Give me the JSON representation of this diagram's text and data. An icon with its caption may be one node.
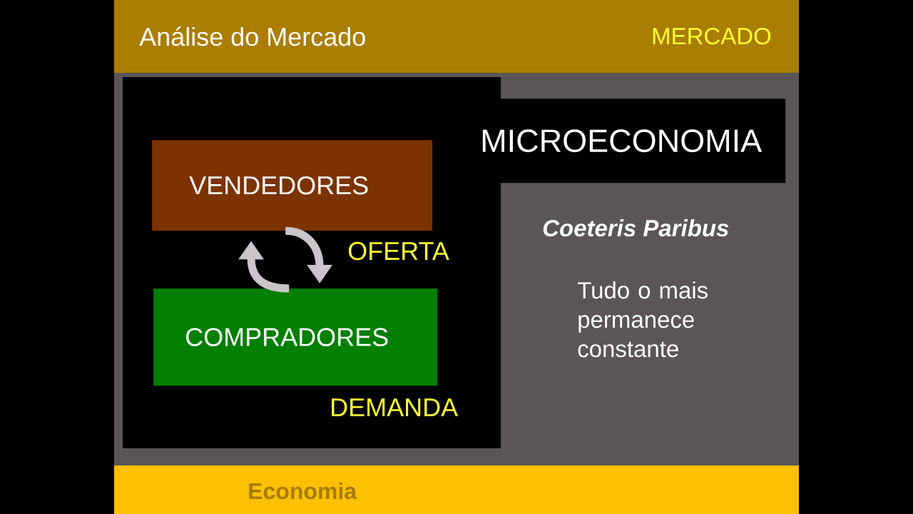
{
  "diagram": {
    "title": "Análise do Mercado",
    "nodes": [
      {
        "text": [
          "VENDEDORES"
        ],
        "beside": [
          "OFERTA"
        ]
      },
      {
        "text": [
          "COMPRADORES"
        ],
        "beside": [
          "DEMANDA"
        ]
      },
      {
        "text": [
          "MICROECONOMIA"
        ]
      }
    ],
    "edges": [
      {
        "from": 0,
        "to": 1,
        "arrow": "to"
      },
      {
        "from": 1,
        "to": 0,
        "arrow": "to"
      }
    ],
    "labels": [
      "MERCADO",
      "Coeteris Paribus",
      "Tudo o mais permanece constante",
      "Economia"
    ]
  }
}
